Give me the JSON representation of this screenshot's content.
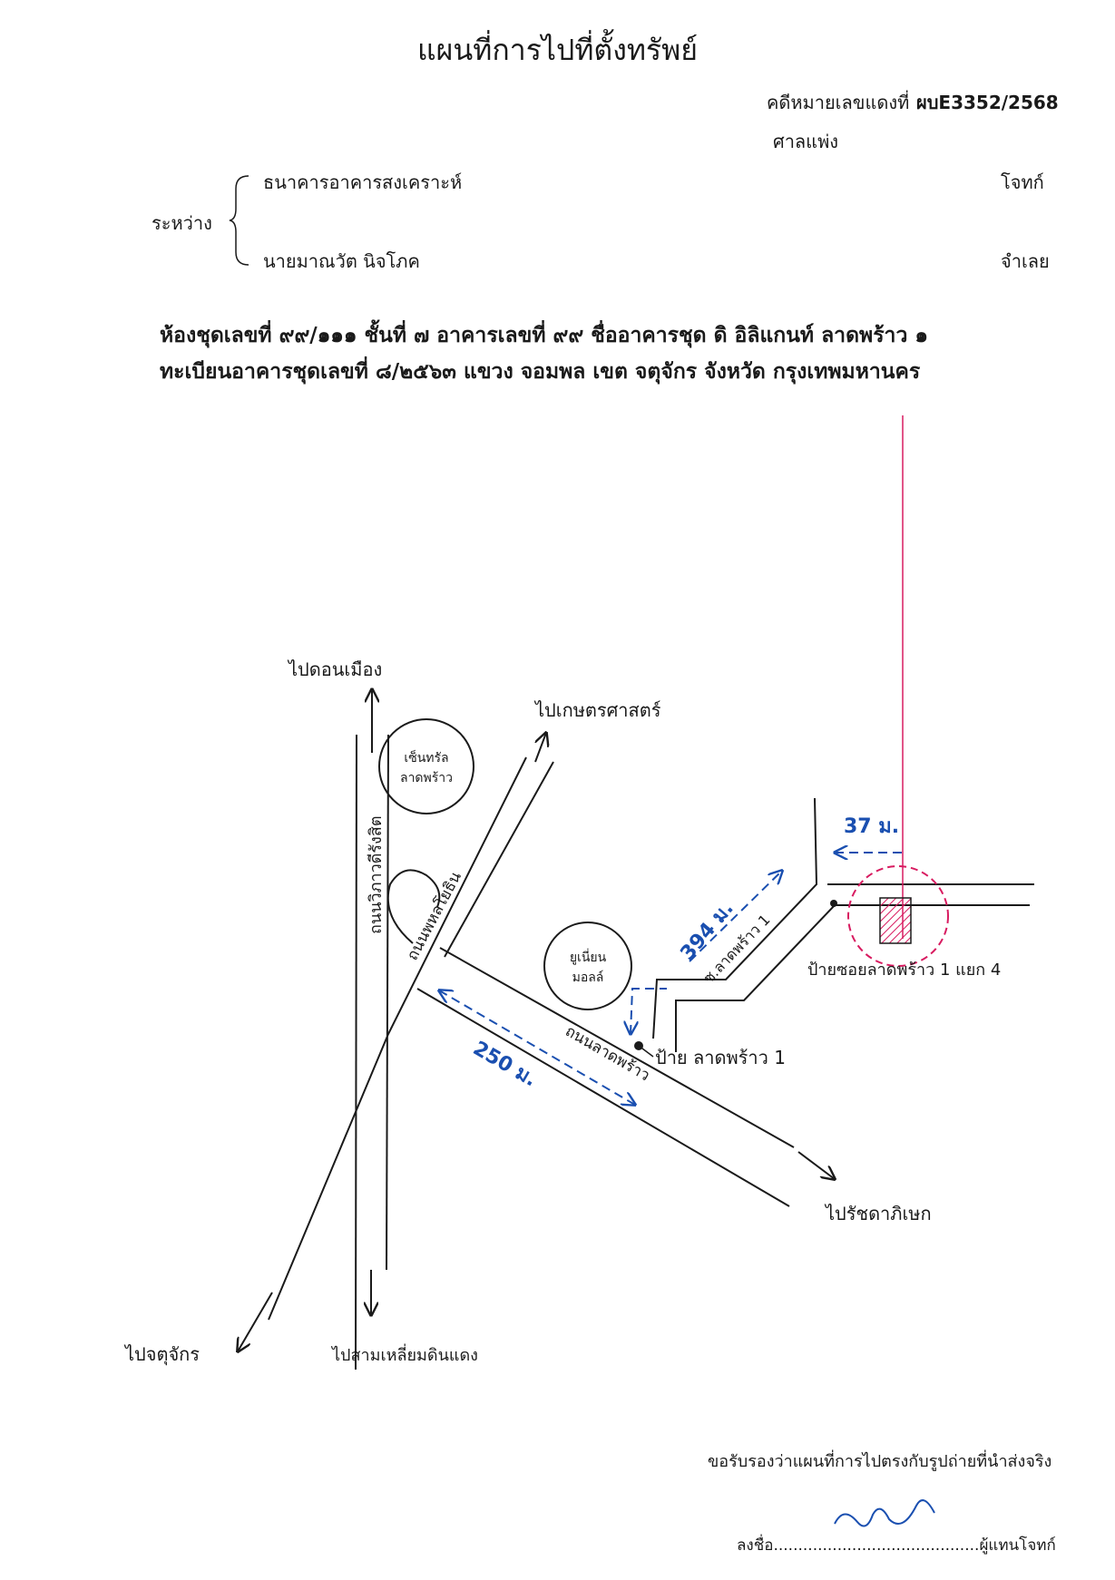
{
  "title": "แผนที่การไปที่ตั้งทรัพย์",
  "case": {
    "label": "คดีหมายเลขแดงที่",
    "number": "ผบE3352/2568",
    "court": "ศาลแพ่ง"
  },
  "parties": {
    "between_label": "ระหว่าง",
    "plaintiff": "ธนาคารอาคารสงเคราะห์",
    "plaintiff_role": "โจทก์",
    "defendant": "นายมาณวัต  นิจโภค",
    "defendant_role": "จำเลย"
  },
  "property": {
    "line1": "ห้องชุดเลขที่ ๙๙/๑๑๑ ชั้นที่ ๗ อาคารเลขที่ ๙๙ ชื่ออาคารชุด ดิ อิลิแกนท์ ลาดพร้าว ๑",
    "line2": "ทะเบียนอาคารชุดเลขที่ ๘/๒๕๖๓ แขวง จอมพล เขต จตุจักร จังหวัด กรุงเทพมหานคร"
  },
  "map": {
    "labels": {
      "to_top_left": "ไปดอนเมือง",
      "to_top_right": "ไปเกษตรศาสตร์",
      "to_right": "ไปรัชดาภิเษก",
      "to_bottom_left": "ไปจตุจักร",
      "to_bottom": "ไปสามเหลี่ยมดินแดง",
      "central_mall": "เซ็นทรัล ลาดพร้าว",
      "union_mall": "ยูเนี่ยน มอลล์",
      "vibhavadi_road": "ถนนวิภาวดีรังสิต",
      "phaholyothin_road": "ถนนพหลโยธิน",
      "ladprao_road": "ถนนลาดพร้าว",
      "ladprao1_soi": "ซ.ลาดพร้าว 1",
      "ladprao1_sign": "ป้าย ลาดพร้าว 1",
      "soi_sign": "ป้ายซอยลาดพร้าว 1 แยก 4",
      "dist_250": "250 ม.",
      "dist_394": "394 ม.",
      "dist_37": "37 ม."
    },
    "colors": {
      "ink": "#1a1a1a",
      "distance": "#1a4fb0",
      "target": "#d81b60"
    }
  },
  "certification": {
    "statement": "ขอรับรองว่าแผนที่การไปตรงกับรูปถ่ายที่นำส่งจริง",
    "sign_prefix": "ลงชื่อ..........................................",
    "sign_suffix": "ผู้แทนโจทก์"
  }
}
